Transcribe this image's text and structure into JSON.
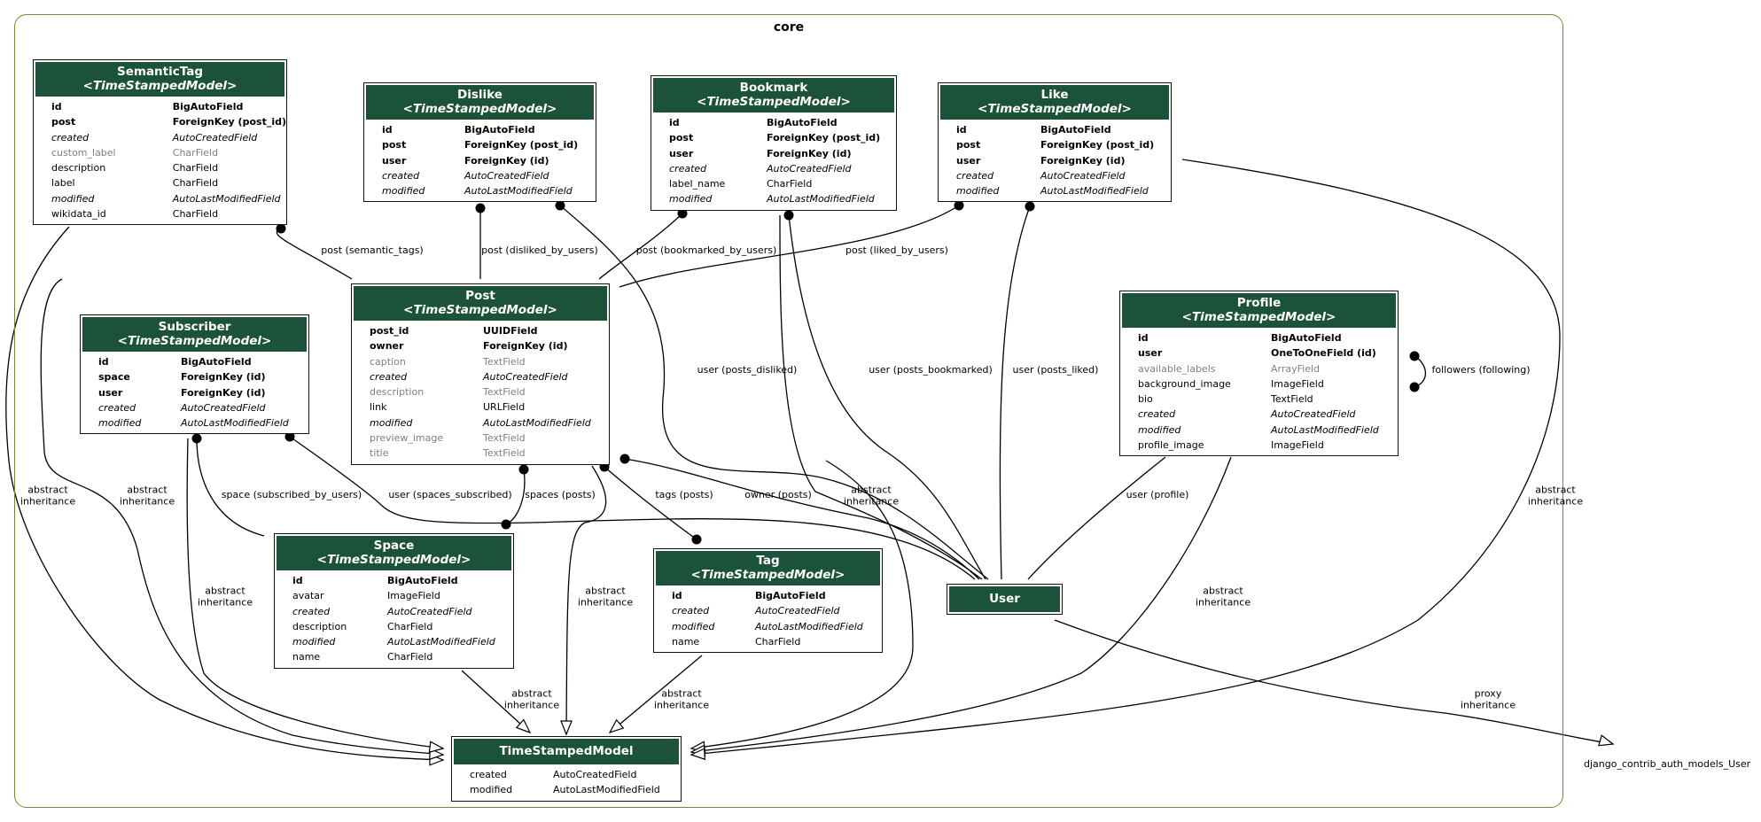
{
  "cluster": {
    "title": "core"
  },
  "models": {
    "semantictag": {
      "name": "SemanticTag",
      "base": "<TimeStampedModel>",
      "fields": [
        {
          "name": "id",
          "type": "BigAutoField",
          "style": "bold"
        },
        {
          "name": "post",
          "type": "ForeignKey (post_id)",
          "style": "bold"
        },
        {
          "name": "created",
          "type": "AutoCreatedField",
          "style": "italic"
        },
        {
          "name": "custom_label",
          "type": "CharField",
          "style": "grey"
        },
        {
          "name": "description",
          "type": "CharField",
          "style": "normal"
        },
        {
          "name": "label",
          "type": "CharField",
          "style": "normal"
        },
        {
          "name": "modified",
          "type": "AutoLastModifiedField",
          "style": "italic"
        },
        {
          "name": "wikidata_id",
          "type": "CharField",
          "style": "normal"
        }
      ]
    },
    "dislike": {
      "name": "Dislike",
      "base": "<TimeStampedModel>",
      "fields": [
        {
          "name": "id",
          "type": "BigAutoField",
          "style": "bold"
        },
        {
          "name": "post",
          "type": "ForeignKey (post_id)",
          "style": "bold"
        },
        {
          "name": "user",
          "type": "ForeignKey (id)",
          "style": "bold"
        },
        {
          "name": "created",
          "type": "AutoCreatedField",
          "style": "italic"
        },
        {
          "name": "modified",
          "type": "AutoLastModifiedField",
          "style": "italic"
        }
      ]
    },
    "bookmark": {
      "name": "Bookmark",
      "base": "<TimeStampedModel>",
      "fields": [
        {
          "name": "id",
          "type": "BigAutoField",
          "style": "bold"
        },
        {
          "name": "post",
          "type": "ForeignKey (post_id)",
          "style": "bold"
        },
        {
          "name": "user",
          "type": "ForeignKey (id)",
          "style": "bold"
        },
        {
          "name": "created",
          "type": "AutoCreatedField",
          "style": "italic"
        },
        {
          "name": "label_name",
          "type": "CharField",
          "style": "normal"
        },
        {
          "name": "modified",
          "type": "AutoLastModifiedField",
          "style": "italic"
        }
      ]
    },
    "like": {
      "name": "Like",
      "base": "<TimeStampedModel>",
      "fields": [
        {
          "name": "id",
          "type": "BigAutoField",
          "style": "bold"
        },
        {
          "name": "post",
          "type": "ForeignKey (post_id)",
          "style": "bold"
        },
        {
          "name": "user",
          "type": "ForeignKey (id)",
          "style": "bold"
        },
        {
          "name": "created",
          "type": "AutoCreatedField",
          "style": "italic"
        },
        {
          "name": "modified",
          "type": "AutoLastModifiedField",
          "style": "italic"
        }
      ]
    },
    "post": {
      "name": "Post",
      "base": "<TimeStampedModel>",
      "fields": [
        {
          "name": "post_id",
          "type": "UUIDField",
          "style": "bold"
        },
        {
          "name": "owner",
          "type": "ForeignKey (id)",
          "style": "bold"
        },
        {
          "name": "caption",
          "type": "TextField",
          "style": "grey"
        },
        {
          "name": "created",
          "type": "AutoCreatedField",
          "style": "italic"
        },
        {
          "name": "description",
          "type": "TextField",
          "style": "grey"
        },
        {
          "name": "link",
          "type": "URLField",
          "style": "normal"
        },
        {
          "name": "modified",
          "type": "AutoLastModifiedField",
          "style": "italic"
        },
        {
          "name": "preview_image",
          "type": "TextField",
          "style": "grey"
        },
        {
          "name": "title",
          "type": "TextField",
          "style": "grey"
        }
      ]
    },
    "subscriber": {
      "name": "Subscriber",
      "base": "<TimeStampedModel>",
      "fields": [
        {
          "name": "id",
          "type": "BigAutoField",
          "style": "bold"
        },
        {
          "name": "space",
          "type": "ForeignKey (id)",
          "style": "bold"
        },
        {
          "name": "user",
          "type": "ForeignKey (id)",
          "style": "bold"
        },
        {
          "name": "created",
          "type": "AutoCreatedField",
          "style": "italic"
        },
        {
          "name": "modified",
          "type": "AutoLastModifiedField",
          "style": "italic"
        }
      ]
    },
    "profile": {
      "name": "Profile",
      "base": "<TimeStampedModel>",
      "fields": [
        {
          "name": "id",
          "type": "BigAutoField",
          "style": "bold"
        },
        {
          "name": "user",
          "type": "OneToOneField (id)",
          "style": "bold"
        },
        {
          "name": "available_labels",
          "type": "ArrayField",
          "style": "grey"
        },
        {
          "name": "background_image",
          "type": "ImageField",
          "style": "normal"
        },
        {
          "name": "bio",
          "type": "TextField",
          "style": "normal"
        },
        {
          "name": "created",
          "type": "AutoCreatedField",
          "style": "italic"
        },
        {
          "name": "modified",
          "type": "AutoLastModifiedField",
          "style": "italic"
        },
        {
          "name": "profile_image",
          "type": "ImageField",
          "style": "normal"
        }
      ]
    },
    "space": {
      "name": "Space",
      "base": "<TimeStampedModel>",
      "fields": [
        {
          "name": "id",
          "type": "BigAutoField",
          "style": "bold"
        },
        {
          "name": "avatar",
          "type": "ImageField",
          "style": "normal"
        },
        {
          "name": "created",
          "type": "AutoCreatedField",
          "style": "italic"
        },
        {
          "name": "description",
          "type": "CharField",
          "style": "normal"
        },
        {
          "name": "modified",
          "type": "AutoLastModifiedField",
          "style": "italic"
        },
        {
          "name": "name",
          "type": "CharField",
          "style": "normal"
        }
      ]
    },
    "tag": {
      "name": "Tag",
      "base": "<TimeStampedModel>",
      "fields": [
        {
          "name": "id",
          "type": "BigAutoField",
          "style": "bold"
        },
        {
          "name": "created",
          "type": "AutoCreatedField",
          "style": "italic"
        },
        {
          "name": "modified",
          "type": "AutoLastModifiedField",
          "style": "italic"
        },
        {
          "name": "name",
          "type": "CharField",
          "style": "normal"
        }
      ]
    },
    "user": {
      "name": "User",
      "base": "",
      "fields": []
    },
    "timestamped": {
      "name": "TimeStampedModel",
      "base": "",
      "fields": [
        {
          "name": "created",
          "type": "AutoCreatedField",
          "style": "normal"
        },
        {
          "name": "modified",
          "type": "AutoLastModifiedField",
          "style": "normal"
        }
      ]
    }
  },
  "external_node": {
    "name": "django_contrib_auth_models_User"
  },
  "edge_labels": {
    "post_semantic_tags": "post (semantic_tags)",
    "post_disliked_by_users": "post (disliked_by_users)",
    "post_bookmarked_by_users": "post (bookmarked_by_users)",
    "post_liked_by_users": "post (liked_by_users)",
    "user_posts_disliked": "user (posts_disliked)",
    "user_posts_bookmarked": "user (posts_bookmarked)",
    "user_posts_liked": "user (posts_liked)",
    "followers_following": "followers (following)",
    "space_subscribed_by_users": "space (subscribed_by_users)",
    "user_spaces_subscribed": "user (spaces_subscribed)",
    "spaces_posts": "spaces (posts)",
    "tags_posts": "tags (posts)",
    "owner_posts": "owner (posts)",
    "user_profile": "user (profile)",
    "abstract_inheritance": "abstract\ninheritance",
    "proxy_inheritance": "proxy\ninheritance"
  }
}
